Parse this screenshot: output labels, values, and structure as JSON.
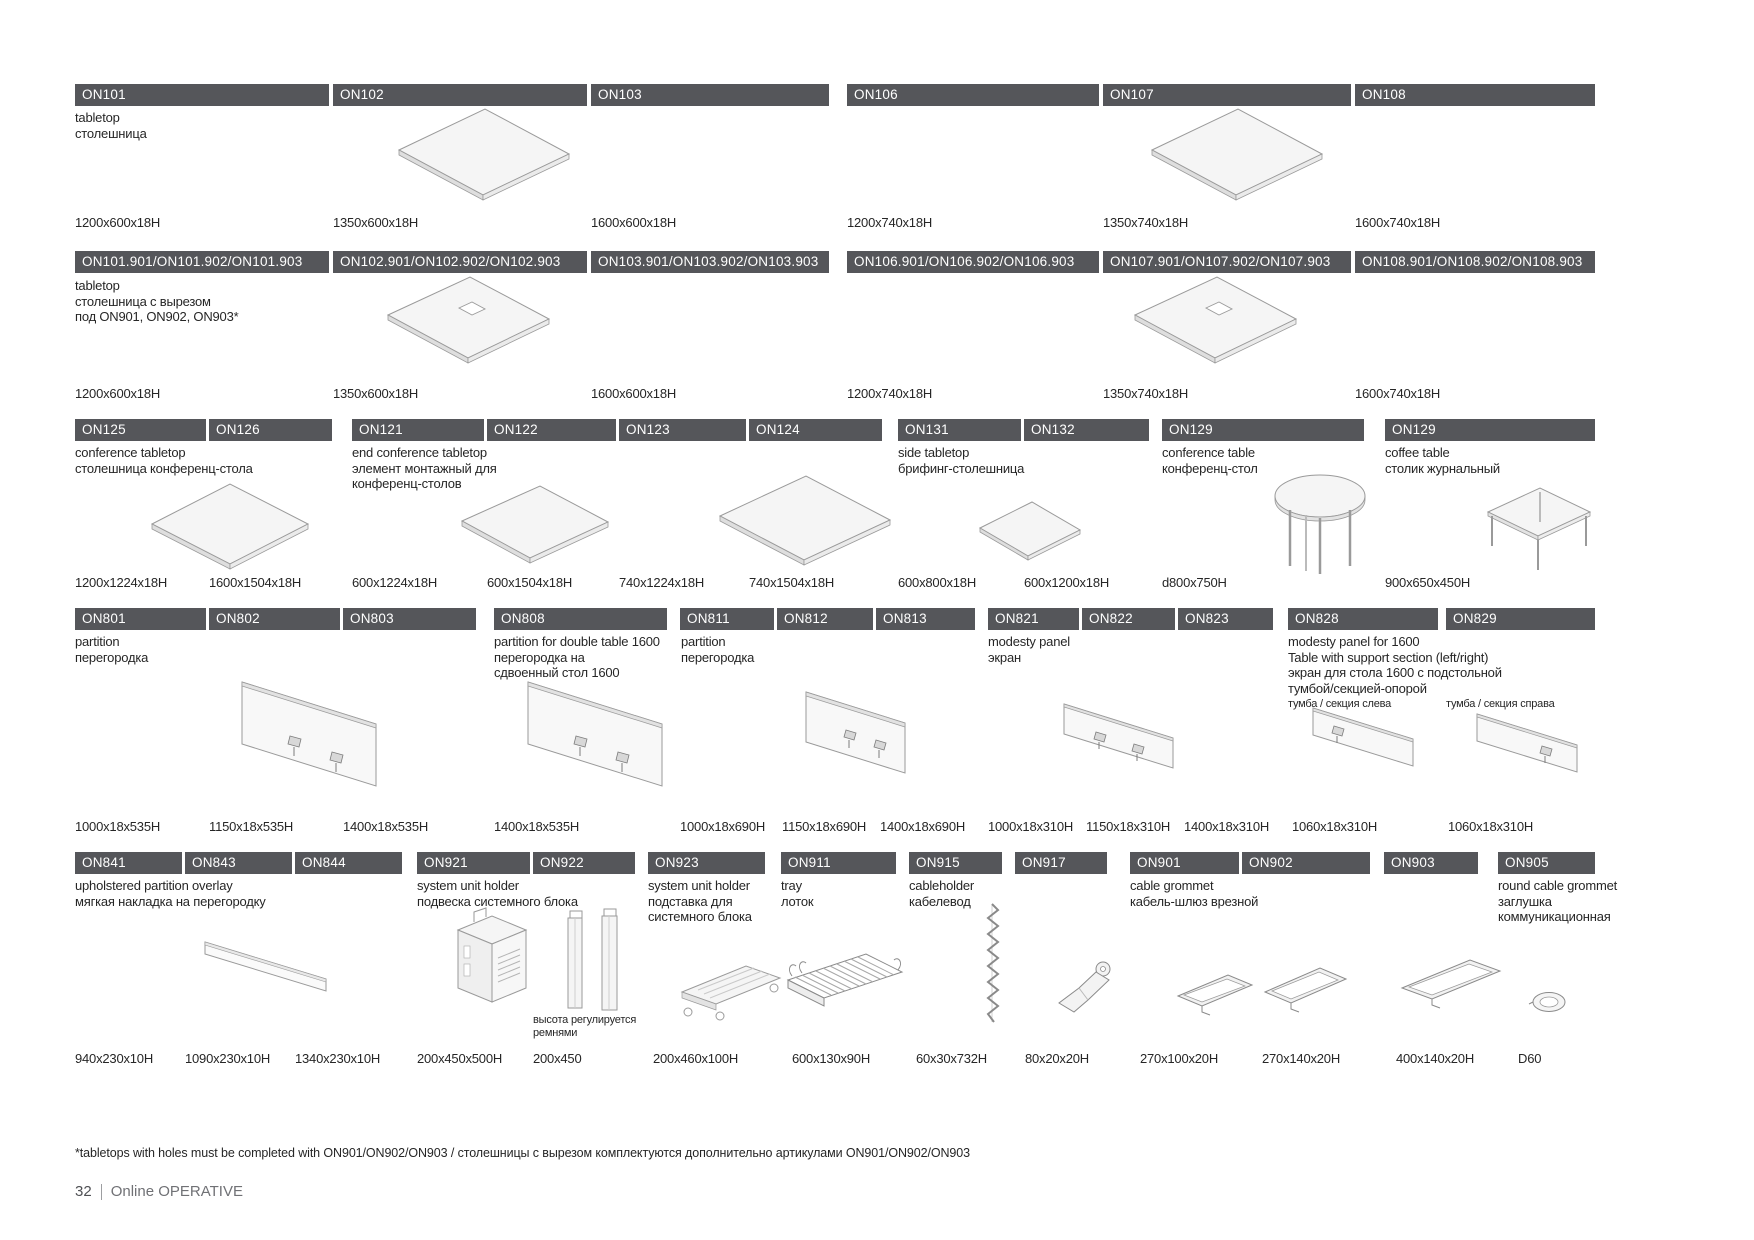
{
  "page": {
    "number": "32",
    "brand": "Online OPERATIVE",
    "footnote": "*tabletops with holes must be completed with ON901/ON902/ON903 / столешницы с вырезом комплектуются дополнительно артикулами ON901/ON902/ON903"
  },
  "colors": {
    "header_bg": "#55565a",
    "header_text": "#ffffff",
    "body_text": "#262626",
    "drawing_line": "#9a9a9a",
    "drawing_fill": "#f5f5f5"
  },
  "band1": {
    "headers": [
      "ON101",
      "ON102",
      "ON103",
      "ON106",
      "ON107",
      "ON108"
    ],
    "desc": "tabletop\nстолешница",
    "dims": [
      "1200x600x18H",
      "1350x600x18H",
      "1600x600x18H",
      "1200x740x18H",
      "1350x740x18H",
      "1600x740x18H"
    ]
  },
  "band2": {
    "headers": [
      "ON101.901/ON101.902/ON101.903",
      "ON102.901/ON102.902/ON102.903",
      "ON103.901/ON103.902/ON103.903",
      "ON106.901/ON106.902/ON106.903",
      "ON107.901/ON107.902/ON107.903",
      "ON108.901/ON108.902/ON108.903"
    ],
    "desc": "tabletop\nстолешница с вырезом\nпод ON901, ON902, ON903*",
    "dims": [
      "1200x600x18H",
      "1350x600x18H",
      "1600x600x18H",
      "1200x740x18H",
      "1350x740x18H",
      "1600x740x18H"
    ]
  },
  "band3": {
    "headers": [
      "ON125",
      "ON126",
      "ON121",
      "ON122",
      "ON123",
      "ON124",
      "ON131",
      "ON132",
      "ON129",
      "ON129"
    ],
    "descs": {
      "conference": "conference tabletop\nстолешница конференц-стола",
      "end": "end conference tabletop\nэлемент монтажный для\nконференц-столов",
      "side": "side tabletop\nбрифинг-столешница",
      "table": "conference table\nконференц-стол",
      "coffee": "coffee table\nстолик журнальный"
    },
    "dims": [
      "1200x1224x18H",
      "1600x1504x18H",
      "600x1224x18H",
      "600x1504x18H",
      "740x1224x18H",
      "740x1504x18H",
      "600x800x18H",
      "600x1200x18H",
      "d800x750H",
      "900x650x450H"
    ]
  },
  "band4": {
    "headers": [
      "ON801",
      "ON802",
      "ON803",
      "ON808",
      "ON811",
      "ON812",
      "ON813",
      "ON821",
      "ON822",
      "ON823",
      "ON828",
      "ON829"
    ],
    "descs": {
      "partition_a": "partition\nперегородка",
      "partition_1600": "partition for double table 1600\nперегородка на\nсдвоенный стол 1600",
      "partition_b": "partition\nперегородка",
      "modesty": "modesty panel\nэкран",
      "modesty_1600": "modesty panel for 1600\nTable with support section (left/right)\nэкран для стола 1600 с подстольной\nтумбой/секцией-опорой",
      "note_left": "тумба / секция слева",
      "note_right": "тумба / секция справа"
    },
    "dims": [
      "1000x18x535H",
      "1150x18x535H",
      "1400x18x535H",
      "1400x18x535H",
      "1000x18x690H",
      "1150x18x690H",
      "1400x18x690H",
      "1000x18x310H",
      "1150x18x310H",
      "1400x18x310H",
      "1060x18x310H",
      "1060x18x310H"
    ]
  },
  "band5": {
    "headers": [
      "ON841",
      "ON843",
      "ON844",
      "ON921",
      "ON922",
      "ON923",
      "ON911",
      "ON915",
      "ON917",
      "ON901",
      "ON902",
      "ON903",
      "ON905"
    ],
    "descs": {
      "overlay": "upholstered partition overlay\nмягкая накладка на перегородку",
      "sysunit_hang": "system unit holder\nподвеска системного блока",
      "sysunit_stand": "system unit holder\nподставка для\nсистемного блока",
      "tray": "tray\nлоток",
      "cableholder": "cableholder\nкабелевод",
      "grommet": "cable grommet\nкабель-шлюз врезной",
      "round_grommet": "round cable grommet\nзаглушка\nкоммуникационная",
      "strap_note": "высота регулируется\nремнями"
    },
    "dims": [
      "940x230x10H",
      "1090x230x10H",
      "1340x230x10H",
      "200x450x500H",
      "200x450",
      "200x460x100H",
      "600x130x90H",
      "60x30x732H",
      "80x20x20H",
      "270x100x20H",
      "270x140x20H",
      "400x140x20H",
      "D60"
    ]
  }
}
